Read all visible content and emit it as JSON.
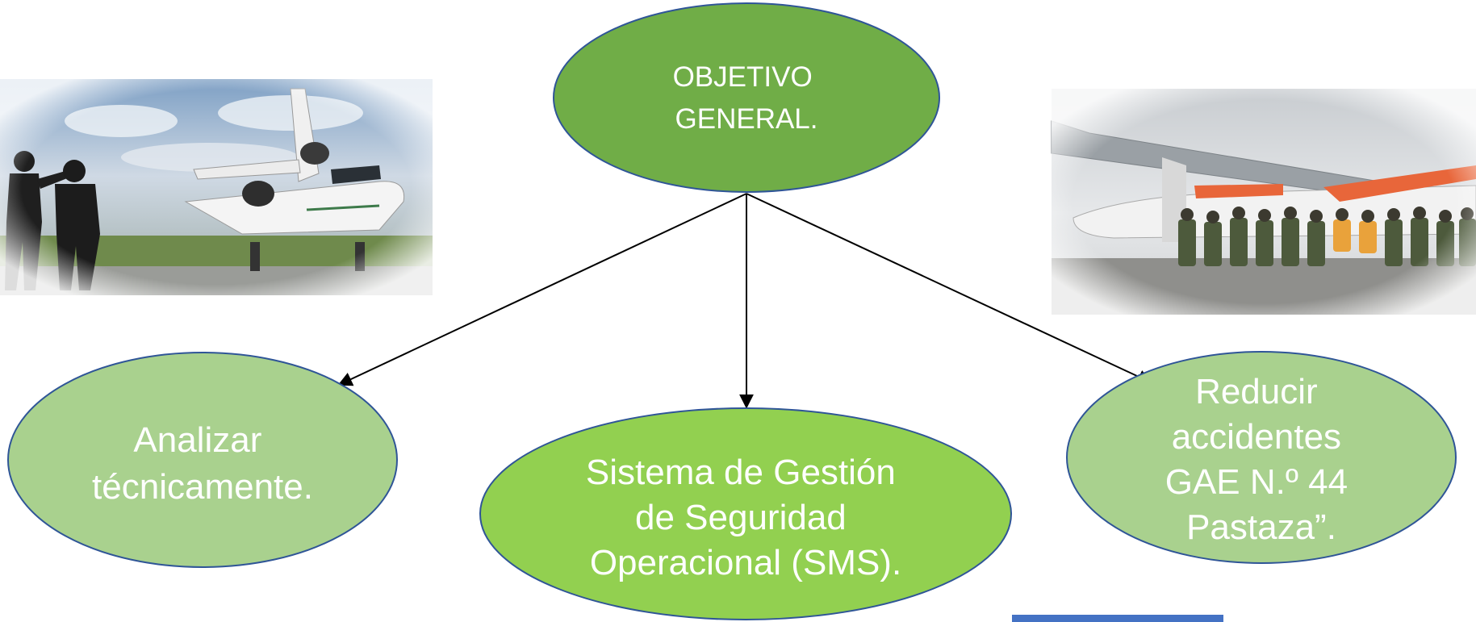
{
  "diagram": {
    "root": {
      "lines": [
        "OBJETIVO",
        "GENERAL."
      ]
    },
    "children": [
      {
        "lines": [
          "Analizar",
          "técnicamente."
        ]
      },
      {
        "lines": [
          "Sistema de Gestión",
          "de Seguridad",
          "Operacional (SMS)."
        ]
      },
      {
        "lines": [
          "Reducir",
          "accidentes",
          "GAE N.º 44",
          "Pastaza”."
        ]
      }
    ]
  },
  "images": {
    "left": "photo-business-jet-with-two-men",
    "right": "photo-aircraft-with-military-crew"
  },
  "colors": {
    "root_fill": "#70ad47",
    "child_fill": "#a9d18e",
    "center_fill": "#92d050",
    "outline": "#2f5597",
    "connector": "#000000",
    "footer_bar": "#4472c4"
  }
}
